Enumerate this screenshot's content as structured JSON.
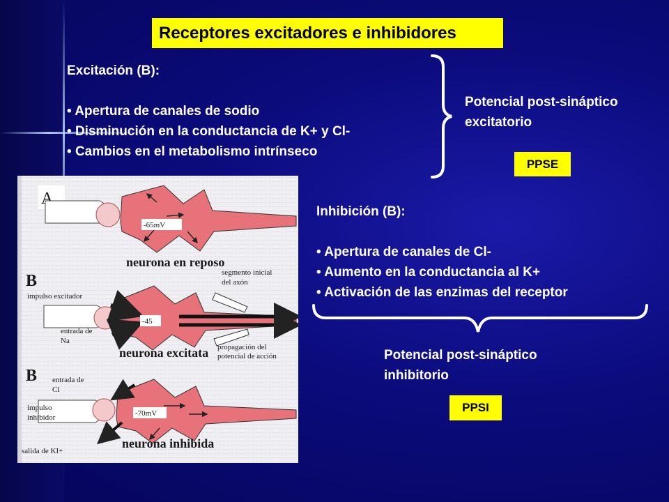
{
  "title": "Receptores excitadores e inhibidores",
  "excitation": {
    "heading": "Excitación (B):",
    "items": [
      "Apertura de canales de sodio",
      "Disminución en la conductancia de K+ y Cl-",
      "Cambios en el metabolismo intrínseco"
    ],
    "result_line1": "Potencial post-sináptico",
    "result_line2": "excitatorio",
    "tag": "PPSE"
  },
  "inhibition": {
    "heading": "Inhibición (B):",
    "items": [
      "Apertura de canales de Cl-",
      "Aumento en la conductancia al K+",
      "Activación de las enzimas del receptor"
    ],
    "result_line1": "Potencial post-sináptico",
    "result_line2": "inhibitorio",
    "tag": "PPSI"
  },
  "figure": {
    "panel_a": {
      "letter": "A",
      "voltage": "-65mV",
      "caption": "neurona en reposo"
    },
    "panel_b1": {
      "letter": "B",
      "impulse": "impulso excitador",
      "entry_line1": "entrada de",
      "entry_line2": "Na",
      "axon_line1": "segmento inicial",
      "axon_line2": "del axón",
      "voltage": "-45",
      "propagation_line1": "propagación del",
      "propagation_line2": "potencial de acción",
      "caption": "neurona excitata"
    },
    "panel_b2": {
      "letter": "B",
      "entry_line1": "entrada de",
      "entry_line2": "Cl",
      "impulse_line1": "impulso",
      "impulse_line2": "inhibidor",
      "voltage": "-70mV",
      "exit": "salida de KI+",
      "caption": "neurona inhibida"
    }
  },
  "colors": {
    "title_bg": "#ffff00",
    "tag_bg": "#ffff00",
    "neuron_fill": "#e8727a",
    "background": "#0b0b7c"
  }
}
